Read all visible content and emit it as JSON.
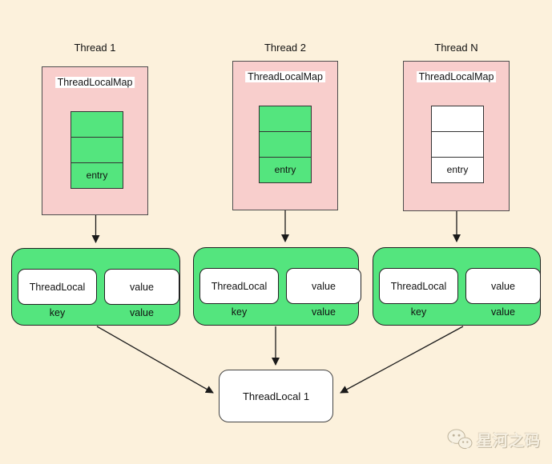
{
  "diagram": {
    "threads": [
      {
        "title": "Thread 1",
        "map_label": "ThreadLocalMap",
        "entry_label": "entry",
        "cell_style": "green"
      },
      {
        "title": "Thread 2",
        "map_label": "ThreadLocalMap",
        "entry_label": "entry",
        "cell_style": "green"
      },
      {
        "title": "Thread N",
        "map_label": "ThreadLocalMap",
        "entry_label": "entry",
        "cell_style": "white"
      }
    ],
    "entry_boxes": [
      {
        "key_text": "ThreadLocal",
        "value_text": "value",
        "key_caption": "key",
        "value_caption": "value"
      },
      {
        "key_text": "ThreadLocal",
        "value_text": "value",
        "key_caption": "key",
        "value_caption": "value"
      },
      {
        "key_text": "ThreadLocal",
        "value_text": "value",
        "key_caption": "key",
        "value_caption": "value"
      }
    ],
    "shared_target": {
      "label": "ThreadLocal 1"
    }
  },
  "watermark": {
    "text": "星河之码",
    "icon": "wechat-icon"
  },
  "colors": {
    "background": "#FCF1DC",
    "thread_fill": "#F8CECC",
    "cell_green": "#54E57E",
    "cell_white": "#FFFFFF",
    "box_border": "#4D4D4D",
    "arrow": "#1A1A1A"
  }
}
